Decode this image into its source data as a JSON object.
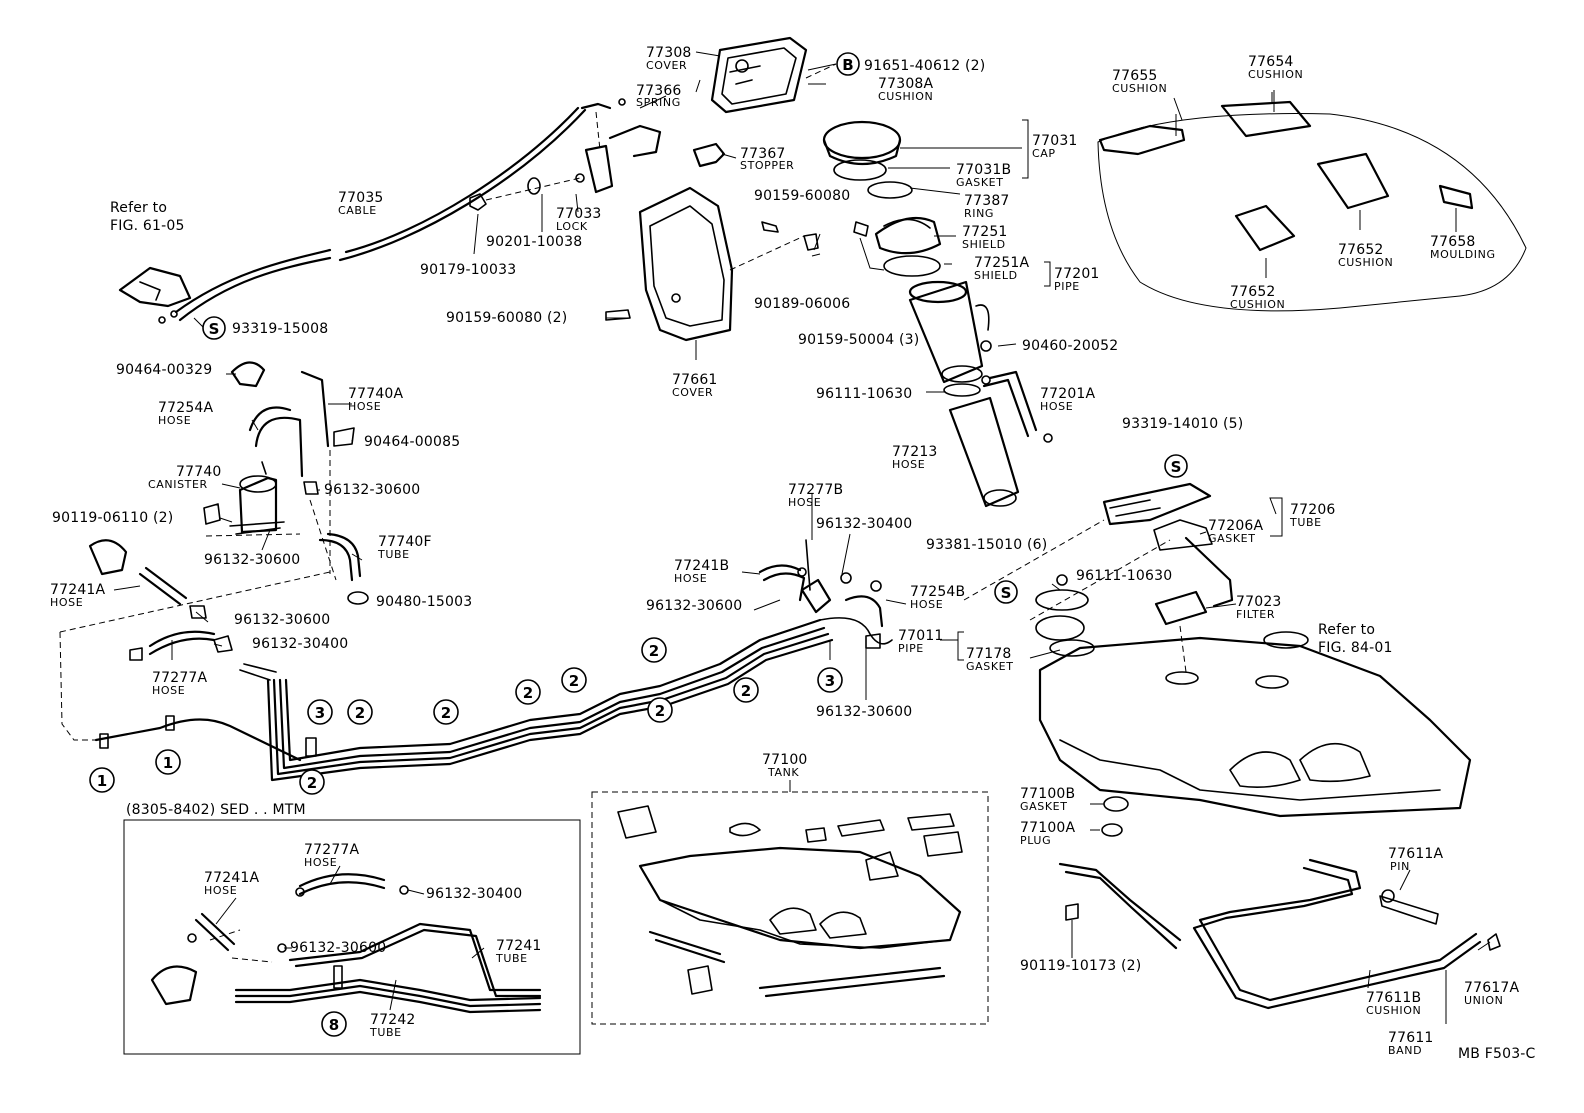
{
  "figure_code": "MB F503-C",
  "ref_refer": "Refer to",
  "ref_fig_61": "FIG. 61-05",
  "ref_fig_84": "FIG. 84-01",
  "inset_title": "(8305-8402) SED . . MTM",
  "parts": {
    "p77308": {
      "num": "77308",
      "name": "COVER"
    },
    "p77366": {
      "num": "77366",
      "name": "SPRING"
    },
    "p91651": {
      "num": "91651-40612 (2)"
    },
    "p77308A": {
      "num": "77308A",
      "name": "CUSHION"
    },
    "p77367": {
      "num": "77367",
      "name": "STOPPER"
    },
    "p77031": {
      "num": "77031",
      "name": "CAP"
    },
    "p77031B": {
      "num": "77031B",
      "name": "GASKET"
    },
    "p77387": {
      "num": "77387",
      "name": "RING"
    },
    "p77251": {
      "num": "77251",
      "name": "SHIELD"
    },
    "p77251A": {
      "num": "77251A",
      "name": "SHIELD"
    },
    "p77201": {
      "num": "77201",
      "name": "PIPE"
    },
    "p90159_50004": {
      "num": "90159-50004 (3)"
    },
    "p90460_20052": {
      "num": "90460-20052"
    },
    "p96111_10630a": {
      "num": "96111-10630"
    },
    "p77201A": {
      "num": "77201A",
      "name": "HOSE"
    },
    "p77213": {
      "num": "77213",
      "name": "HOSE"
    },
    "p77655": {
      "num": "77655",
      "name": "CUSHION"
    },
    "p77654": {
      "num": "77654",
      "name": "CUSHION"
    },
    "p77652a": {
      "num": "77652",
      "name": "CUSHION"
    },
    "p77658": {
      "num": "77658",
      "name": "MOULDING"
    },
    "p77652b": {
      "num": "77652",
      "name": "CUSHION"
    },
    "p77035": {
      "num": "77035",
      "name": "CABLE"
    },
    "p77033": {
      "num": "77033",
      "name": "LOCK"
    },
    "p90201": {
      "num": "90201-10038"
    },
    "p90179": {
      "num": "90179-10033"
    },
    "p93319_15008": {
      "num": "93319-15008"
    },
    "p90159_60080a": {
      "num": "90159-60080"
    },
    "p90189": {
      "num": "90189-06006"
    },
    "p90159_60080b": {
      "num": "90159-60080 (2)"
    },
    "p77661": {
      "num": "77661",
      "name": "COVER"
    },
    "p90464_00329": {
      "num": "90464-00329"
    },
    "p77740A": {
      "num": "77740A",
      "name": "HOSE"
    },
    "p77254A": {
      "num": "77254A",
      "name": "HOSE"
    },
    "p90464_00085": {
      "num": "90464-00085"
    },
    "p77740": {
      "num": "77740",
      "name": "CANISTER"
    },
    "p96132_30600a": {
      "num": "96132-30600"
    },
    "p90119_06110": {
      "num": "90119-06110 (2)"
    },
    "p96132_30600b": {
      "num": "96132-30600"
    },
    "p77740F": {
      "num": "77740F",
      "name": "TUBE"
    },
    "p77241A": {
      "num": "77241A",
      "name": "HOSE"
    },
    "p90480": {
      "num": "90480-15003"
    },
    "p96132_30600c": {
      "num": "96132-30600"
    },
    "p96132_30400a": {
      "num": "96132-30400"
    },
    "p77277A": {
      "num": "77277A",
      "name": "HOSE"
    },
    "p93319_14010": {
      "num": "93319-14010 (5)"
    },
    "p77206": {
      "num": "77206",
      "name": "TUBE"
    },
    "p77206A": {
      "num": "77206A",
      "name": "GASKET"
    },
    "p93381": {
      "num": "93381-15010 (6)"
    },
    "p96111_10630b": {
      "num": "96111-10630"
    },
    "p77023": {
      "num": "77023",
      "name": "FILTER"
    },
    "p77011": {
      "num": "77011",
      "name": "PIPE"
    },
    "p77178": {
      "num": "77178",
      "name": "GASKET"
    },
    "p77277B": {
      "num": "77277B",
      "name": "HOSE"
    },
    "p96132_30400b": {
      "num": "96132-30400"
    },
    "p77241B": {
      "num": "77241B",
      "name": "HOSE"
    },
    "p96132_30600d": {
      "num": "96132-30600"
    },
    "p77254B": {
      "num": "77254B",
      "name": "HOSE"
    },
    "p96132_30600e": {
      "num": "96132-30600"
    },
    "p77100": {
      "num": "77100",
      "name": "TANK"
    },
    "p77100B": {
      "num": "77100B",
      "name": "GASKET"
    },
    "p77100A": {
      "num": "77100A",
      "name": "PLUG"
    },
    "p77611A": {
      "num": "77611A",
      "name": "PIN"
    },
    "p90119_10173": {
      "num": "90119-10173 (2)"
    },
    "p77611B": {
      "num": "77611B",
      "name": "CUSHION"
    },
    "p77617A": {
      "num": "77617A",
      "name": "UNION"
    },
    "p77611": {
      "num": "77611",
      "name": "BAND"
    },
    "i77277A": {
      "num": "77277A",
      "name": "HOSE"
    },
    "i77241A": {
      "num": "77241A",
      "name": "HOSE"
    },
    "i96132_30400": {
      "num": "96132-30400"
    },
    "i96132_30600": {
      "num": "96132-30600"
    },
    "i77241": {
      "num": "77241",
      "name": "TUBE"
    },
    "i77242": {
      "num": "77242",
      "name": "TUBE"
    }
  },
  "markers": {
    "m1a": "1",
    "m1b": "1",
    "m2a": "2",
    "m2b": "2",
    "m2c": "2",
    "m2d": "2",
    "m2e": "2",
    "m2f": "2",
    "m2g": "2",
    "m2h": "2",
    "m3a": "3",
    "m3b": "3",
    "m8": "8",
    "sa": "S",
    "sb": "S",
    "sc": "S",
    "b": "B"
  }
}
